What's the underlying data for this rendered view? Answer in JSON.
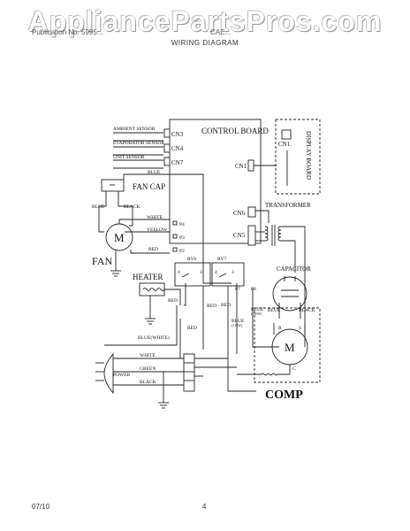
{
  "header": {
    "watermark": "AppliancePartsPros.com",
    "left_text": "Publication No. 5995...",
    "right_text": "CAE...",
    "title": "WIRING DIAGRAM"
  },
  "footer": {
    "date": "07/10",
    "page": "4"
  },
  "diagram": {
    "control_board": "CONTROL BOARD",
    "display_board": "DISPLAY BOARD",
    "cn1": "CN1",
    "cn1_board": "CN1",
    "cn3": "CN3",
    "cn4": "CN4",
    "cn7": "CN7",
    "cn6": "CN6",
    "cn5": "CN5",
    "transformer": "TRANSFORMER",
    "ambient_sensor": "AMBIENT SENSOR",
    "evaporator_sensor": "EVAPORATOR SENSOR",
    "unit_sensor": "UNIT SENSOR",
    "blue": "BLUE",
    "fan_cap": "FAN CAP",
    "blue_left": "BLUE",
    "black_left": "BLACK",
    "white": "WHITE",
    "yellow": "YELLOW",
    "red_fan": "RED",
    "p4": "P4",
    "p3": "P3",
    "p2": "P2",
    "motor": "M",
    "fan": "FAN",
    "heater": "HEATER",
    "ry6": "RY6",
    "ry7": "RY7",
    "ry6_4": "4",
    "ry6_3": "3",
    "ry7_4": "4",
    "ry7_3": "3",
    "p7": "P7",
    "p8": "P8",
    "red_heater": "RED",
    "red_a": "RED",
    "red_b": "RED",
    "red_c": "RED",
    "blue_130": "BLUE",
    "blue_130_sub": "(130W)",
    "blue_116": "BLUE",
    "blue_116_sub": "(116W)",
    "blue_white": "BLUE(WHITE)",
    "capacitor": "CAPACITOR",
    "cap_blue": "BLUE",
    "cap_black": "BLACK",
    "comp_r": "R",
    "comp_s": "S",
    "comp_c": "C",
    "comp_motor": "M",
    "comp": "COMP",
    "power": "POWER",
    "pw_white": "WHITE",
    "pw_green": "GREEN",
    "pw_black": "BLACK"
  }
}
